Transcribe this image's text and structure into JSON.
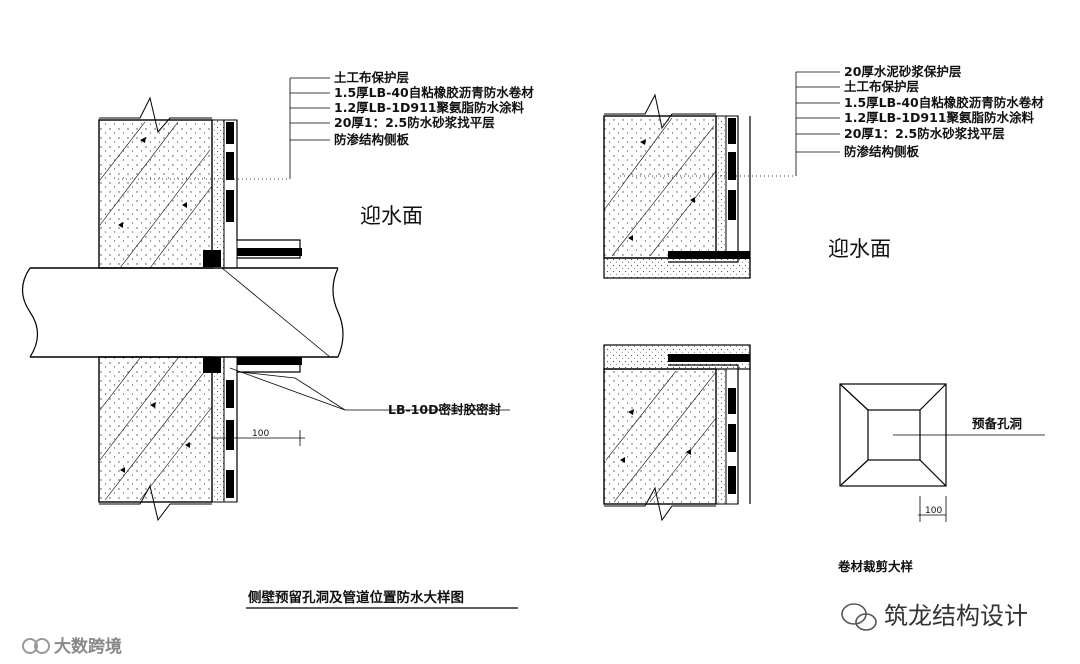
{
  "detail_left": {
    "layers": [
      "土工布保护层",
      "1.5厚LB-40自粘橡胶沥青防水卷材",
      "1.2厚LB-1D911聚氨脂防水涂料",
      "20厚1：2.5防水砂浆找平层",
      "防渗结构侧板"
    ],
    "face_label": "迎水面",
    "sealant_label": "LB-10D密封胶密封",
    "dimension": "100"
  },
  "detail_right": {
    "layers": [
      "20厚水泥砂浆保护层",
      "土工布保护层",
      "1.5厚LB-40自粘橡胶沥青防水卷材",
      "1.2厚LB-1D911聚氨脂防水涂料",
      "20厚1：2.5防水砂浆找平层",
      "防渗结构侧板"
    ],
    "face_label": "迎水面"
  },
  "detail_cut": {
    "hole_label": "预备孔洞",
    "dimension": "100",
    "caption": "卷材裁剪大样"
  },
  "main_caption": "侧壁预留孔洞及管道位置防水大样图",
  "watermarks": {
    "wechat": "筑龙结构设计",
    "bottom_left": "大数跨境"
  }
}
